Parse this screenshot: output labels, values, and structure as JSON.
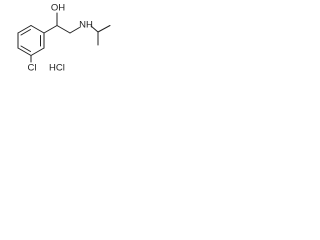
{
  "molecule": {
    "atom_labels": {
      "hydroxyl": "OH",
      "amine": "NH",
      "chloro": "Cl",
      "salt": "HCl"
    },
    "colors": {
      "ink": "#222222",
      "background": "#ffffff"
    }
  }
}
